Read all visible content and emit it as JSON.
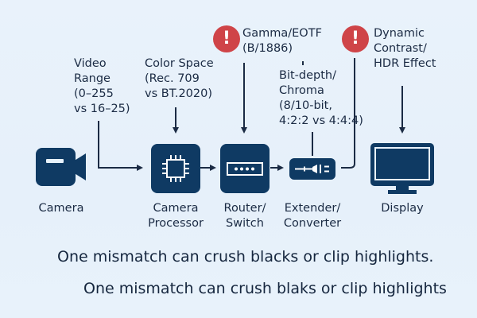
{
  "annotations": {
    "video_range": [
      "Video",
      "Range",
      "(0–255",
      "vs 16–25)"
    ],
    "color_space": [
      "Color Space",
      "(Rec. 709",
      "vs BT.2020)"
    ],
    "gamma": [
      "Gamma/EOTF",
      "(B/1886)"
    ],
    "bit_depth": [
      "Bit-depth/",
      "Chroma",
      "(8/10-bit,",
      "4:2:2 vs 4:4:4)"
    ],
    "dynamic": [
      "Dynamic",
      "Contrast/",
      "HDR Effect"
    ]
  },
  "warnings": {
    "symbol": "!"
  },
  "nodes": {
    "camera": {
      "label": [
        "Camera"
      ],
      "icon": "video-camera-icon"
    },
    "processor": {
      "label": [
        "Camera",
        "Processor"
      ],
      "icon": "chip-icon"
    },
    "router": {
      "label": [
        "Router/",
        "Switch"
      ],
      "icon": "router-icon"
    },
    "extender": {
      "label": [
        "Extender/",
        "Converter"
      ],
      "icon": "connector-icon"
    },
    "display": {
      "label": [
        "Display"
      ],
      "icon": "monitor-icon"
    }
  },
  "footer": {
    "line1": "One mismatch can crush blacks or clip highlights.",
    "line2": "One mismatch can crush blaks or clip highlights"
  },
  "colors": {
    "node": "#0f3a63",
    "warning": "#cf4448",
    "text": "#1b2b44"
  }
}
